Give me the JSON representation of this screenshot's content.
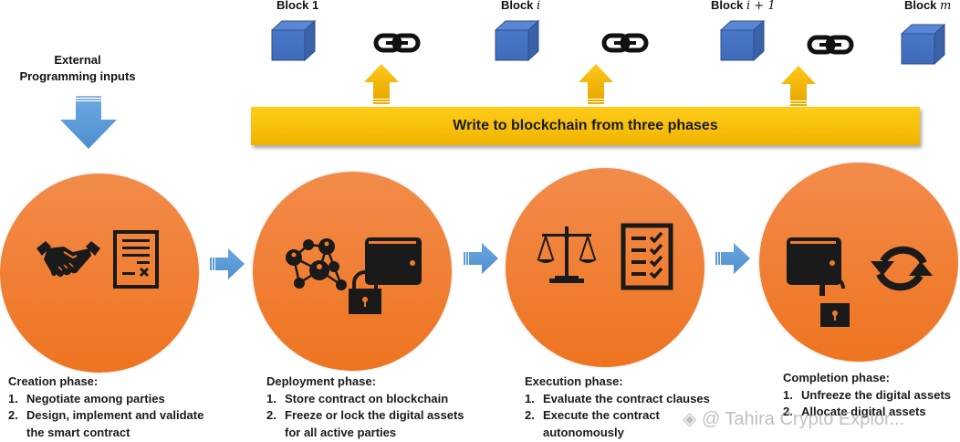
{
  "blocks": [
    {
      "label": "Block 1"
    },
    {
      "label_prefix": "Block ",
      "label_var": "i"
    },
    {
      "label_prefix": "Block ",
      "label_var": "i + 1"
    },
    {
      "label_prefix": "Block ",
      "label_var": "m"
    }
  ],
  "banner": {
    "text": "Write to blockchain from three phases"
  },
  "external_input": {
    "line1": "External",
    "line2": "Programming inputs"
  },
  "colors": {
    "circle": "#ee7a2e",
    "banner": "#f5bf00",
    "cube": "#4472c4",
    "arrow_blue": "#5b9bd5",
    "arrow_yellow": "#ffc000",
    "icon": "#1a1a1a"
  },
  "phases": [
    {
      "title": "Creation phase:",
      "icons": [
        "handshake-icon",
        "contract-document-icon"
      ],
      "steps": [
        {
          "num": "1.",
          "text": "Negotiate among parties"
        },
        {
          "num": "2.",
          "text": "Design, implement and validate the smart contract"
        }
      ]
    },
    {
      "title": "Deployment phase:",
      "icons": [
        "network-people-icon",
        "wallet-locked-icon"
      ],
      "steps": [
        {
          "num": "1.",
          "text": "Store contract on blockchain"
        },
        {
          "num": "2.",
          "text": "Freeze or lock the digital assets for all active parties"
        }
      ]
    },
    {
      "title": "Execution phase:",
      "icons": [
        "scales-icon",
        "checklist-icon"
      ],
      "steps": [
        {
          "num": "1.",
          "text": "Evaluate the contract clauses"
        },
        {
          "num": "2.",
          "text": "Execute the contract autonomously"
        }
      ]
    },
    {
      "title": "Completion phase:",
      "icons": [
        "wallet-unlocked-icon",
        "refresh-icon"
      ],
      "steps": [
        {
          "num": "1.",
          "text": "Unfreeze the digital assets"
        },
        {
          "num": "2.",
          "text": "Allocate digital assets"
        }
      ]
    }
  ],
  "watermark": {
    "text": "@ Tahira Crypto Explor..."
  }
}
